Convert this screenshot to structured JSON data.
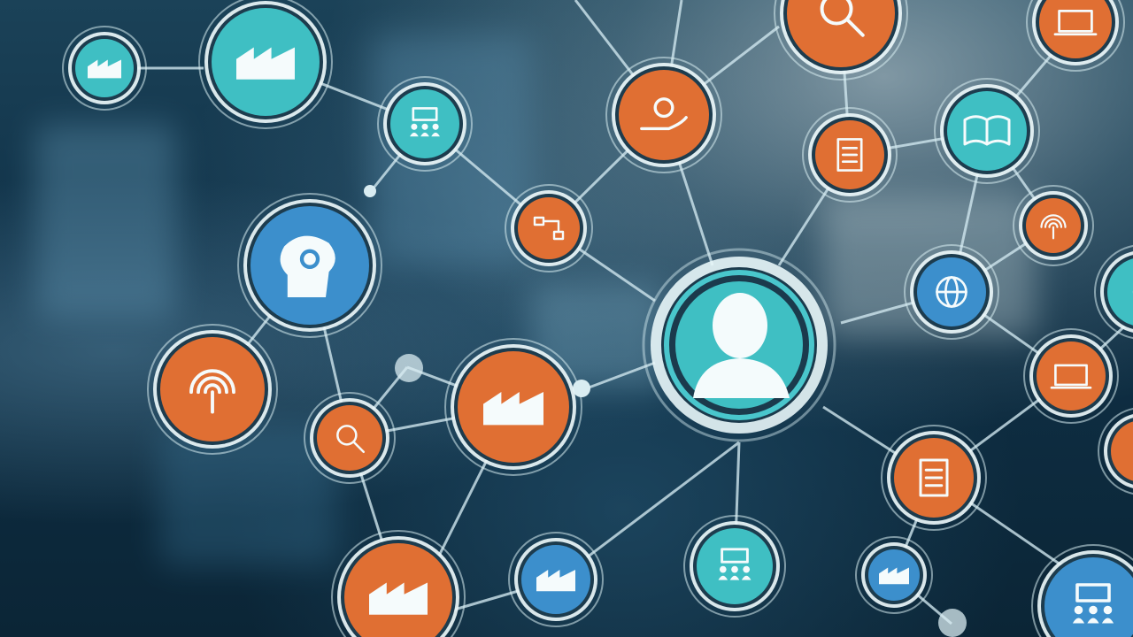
{
  "colors": {
    "teal": "#3fbfc3",
    "teal_dark": "#2c9ea6",
    "orange": "#e06f33",
    "blue": "#3c8fcc",
    "ring": "#d8eef2",
    "link": "#cfe6ee"
  },
  "hub": {
    "icon": "user-icon",
    "color": "teal"
  },
  "nodes": [
    {
      "id": "n1",
      "icon": "factory-icon",
      "color": "teal"
    },
    {
      "id": "n2",
      "icon": "warehouse-icon",
      "color": "teal"
    },
    {
      "id": "n3",
      "icon": "team-meeting-icon",
      "color": "teal"
    },
    {
      "id": "n4",
      "icon": "mind-head-icon",
      "color": "blue"
    },
    {
      "id": "n5",
      "icon": "workflow-icon",
      "color": "orange"
    },
    {
      "id": "n6",
      "icon": "hand-bulb-icon",
      "color": "orange"
    },
    {
      "id": "n7",
      "icon": "search-gear-icon",
      "color": "orange"
    },
    {
      "id": "n8",
      "icon": "document-icon",
      "color": "orange"
    },
    {
      "id": "n9",
      "icon": "dashboard-icon",
      "color": "orange"
    },
    {
      "id": "n10",
      "icon": "open-book-icon",
      "color": "teal"
    },
    {
      "id": "n11",
      "icon": "signal-icon",
      "color": "orange"
    },
    {
      "id": "n12",
      "icon": "globe-gear-icon",
      "color": "blue"
    },
    {
      "id": "n13",
      "icon": "broadcast-icon",
      "color": "orange"
    },
    {
      "id": "n14",
      "icon": "magnifier-icon",
      "color": "orange"
    },
    {
      "id": "n15",
      "icon": "control-panel-icon",
      "color": "orange"
    },
    {
      "id": "n16",
      "icon": "laptop-icon",
      "color": "orange"
    },
    {
      "id": "n17",
      "icon": "checklist-icon",
      "color": "orange"
    },
    {
      "id": "n18",
      "icon": "presentation-icon",
      "color": "teal"
    },
    {
      "id": "n19",
      "icon": "office-icon",
      "color": "blue"
    },
    {
      "id": "n20",
      "icon": "shop-icon",
      "color": "blue"
    },
    {
      "id": "n21",
      "icon": "vault-icon",
      "color": "orange"
    },
    {
      "id": "n22",
      "icon": "community-icon",
      "color": "blue"
    },
    {
      "id": "n23",
      "icon": "partial-node-icon",
      "color": "teal"
    },
    {
      "id": "n24",
      "icon": "partial-node-icon",
      "color": "orange"
    }
  ]
}
